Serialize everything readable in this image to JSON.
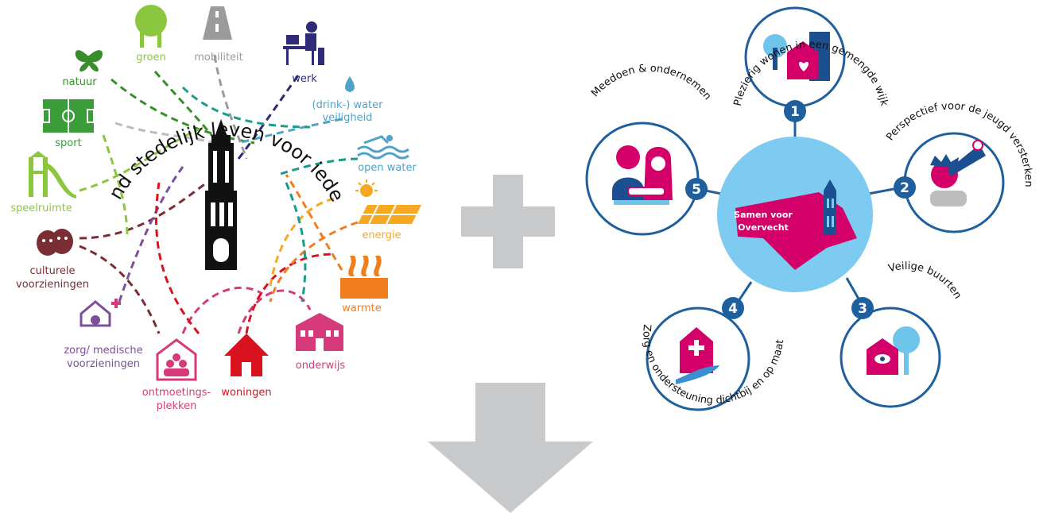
{
  "left": {
    "arc_text": "gezond stedelijk leven voor iedereen",
    "labels": {
      "groen": "groen",
      "mobiliteit": "mobiliteit",
      "natuur": "natuur",
      "werk": "werk",
      "water1": "(drink-) water",
      "water2": "veiligheid",
      "sport": "sport",
      "open_water": "open water",
      "speelruimte": "speelruimte",
      "energie": "energie",
      "culturele1": "culturele",
      "culturele2": "voorzieningen",
      "warmte": "warmte",
      "zorg1": "zorg/ medische",
      "zorg2": "voorzieningen",
      "onderwijs": "onderwijs",
      "ontmoetings1": "ontmoetings-",
      "ontmoetings2": "plekken",
      "woningen": "woningen"
    },
    "colors": {
      "green": "#8cc63f",
      "darkgreen": "#3a8d2c",
      "gray": "#9b9b9b",
      "navy": "#2e2a78",
      "water": "#4fa3c7",
      "sun": "#f7a823",
      "brown": "#7b2d34",
      "purple": "#7b4f9b",
      "magenta": "#d63a7a",
      "red": "#d9121f",
      "orange": "#f07d1e",
      "teal": "#1a9b8c"
    }
  },
  "right": {
    "center_label1": "Samen voor",
    "center_label2": "Overvecht",
    "themes": [
      {
        "number": "1",
        "label": "Plezierig wonen in een gemengde wijk"
      },
      {
        "number": "2",
        "label": "Perspectief voor de jeugd versterken"
      },
      {
        "number": "3",
        "label": "Veilige buurten"
      },
      {
        "number": "4",
        "label": "Zorg en ondersteuning dichtbij en op maat"
      },
      {
        "number": "5",
        "label": "Meedoen & ondernemen"
      }
    ],
    "colors": {
      "ring": "#1f5f9e",
      "center": "#7ecbf1",
      "magenta": "#d4006a",
      "tree": "#6ec4ea",
      "navy": "#1b4f8f"
    }
  },
  "plus_color": "#c8c9cb",
  "arrow_color": "#c8c9cb"
}
